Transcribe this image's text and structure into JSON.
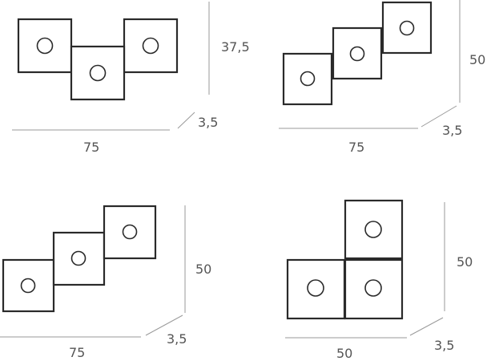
{
  "diagrams": [
    {
      "width_label": "75",
      "height_label": "37,5",
      "depth_label": "3,5"
    },
    {
      "width_label": "75",
      "height_label": "50",
      "depth_label": "3,5"
    },
    {
      "width_label": "75",
      "height_label": "50",
      "depth_label": "3,5"
    },
    {
      "width_label": "50",
      "height_label": "50",
      "depth_label": "3,5"
    }
  ]
}
